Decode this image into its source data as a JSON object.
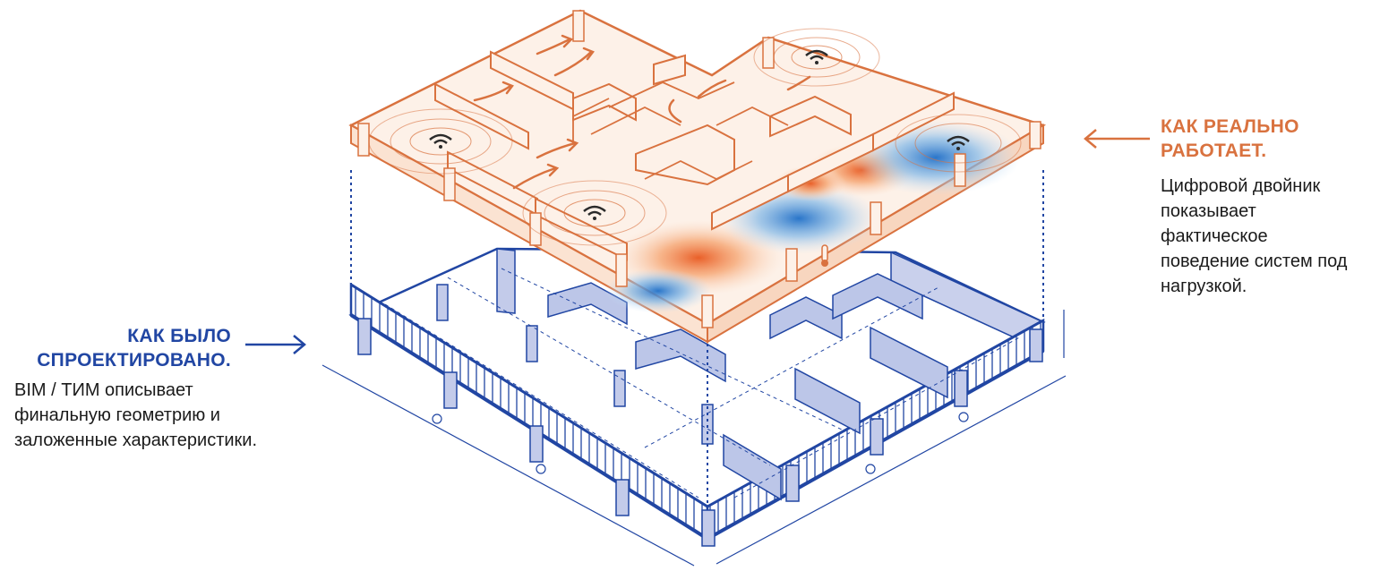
{
  "left_caption": {
    "title_lines": [
      "КАК БЫЛО",
      "СПРОЕКТИРОВАНО."
    ],
    "body_lines": [
      "BIM / ТИМ описывает",
      "финальную геометрию и",
      "заложенные характеристики."
    ]
  },
  "right_caption": {
    "title_lines": [
      "КАК РЕАЛЬНО",
      "РАБОТАЕТ."
    ],
    "body_lines": [
      "Цифровой двойник",
      "показывает",
      "фактическое",
      "поведение систем под",
      "нагрузкой."
    ]
  },
  "colors": {
    "design_blue": "#2146a3",
    "design_fill": "#b9c3e6",
    "twin_orange": "#d9723f",
    "twin_fill": "#fdf1e8",
    "heat_hot": "#f07a3c",
    "heat_cold": "#3d8fd6",
    "text": "#1a1a1a"
  },
  "icons": {
    "sensor": "wifi-signal-icon",
    "thermometer": "thermometer-icon",
    "airflow": "airflow-arrow-icon",
    "arrow_left": "arrow-left-icon",
    "arrow_right": "arrow-right-icon"
  }
}
